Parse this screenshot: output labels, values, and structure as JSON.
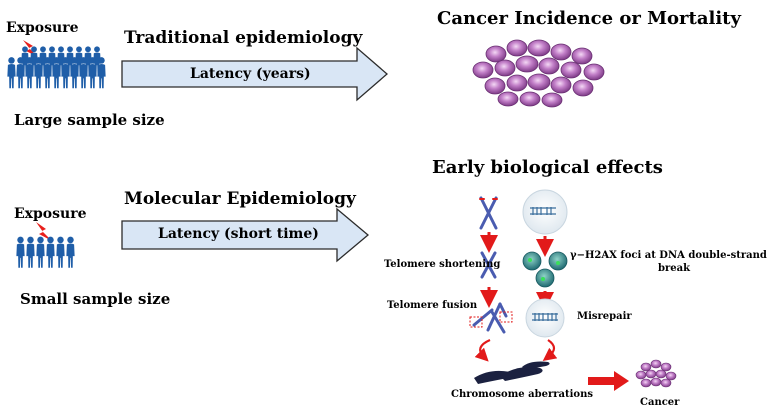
{
  "top_row": {
    "exposure_label": "Exposure",
    "method_label": "Traditional epidemiology",
    "latency_label": "Latency (years)",
    "sample_label": "Large sample size",
    "outcome_label": "Cancer  Incidence or Mortality"
  },
  "bottom_row": {
    "exposure_label": "Exposure",
    "method_label": "Molecular Epidemiology",
    "latency_label": "Latency (short time)",
    "sample_label": "Small sample size",
    "outcome_label": "Early biological effects"
  },
  "biomarkers": {
    "telomere_shortening": "Telomere shortening",
    "h2ax_line1": "γ−H2AX foci at DNA double-strand",
    "h2ax_line2": "break",
    "telomere_fusion": "Telomere fusion",
    "misrepair": "Misrepair",
    "chromosome_aberrations": "Chromosome aberrations",
    "cancer": "Cancer"
  },
  "colors": {
    "person_blue": "#1f5ea8",
    "arrow_fill": "#d9e6f5",
    "arrow_stroke": "#2b2b2b",
    "lightning_red": "#e8201c",
    "cell_purple": "#9b4fa3",
    "process_red": "#e21a1a",
    "chromosome_blue": "#4a5cb0"
  }
}
